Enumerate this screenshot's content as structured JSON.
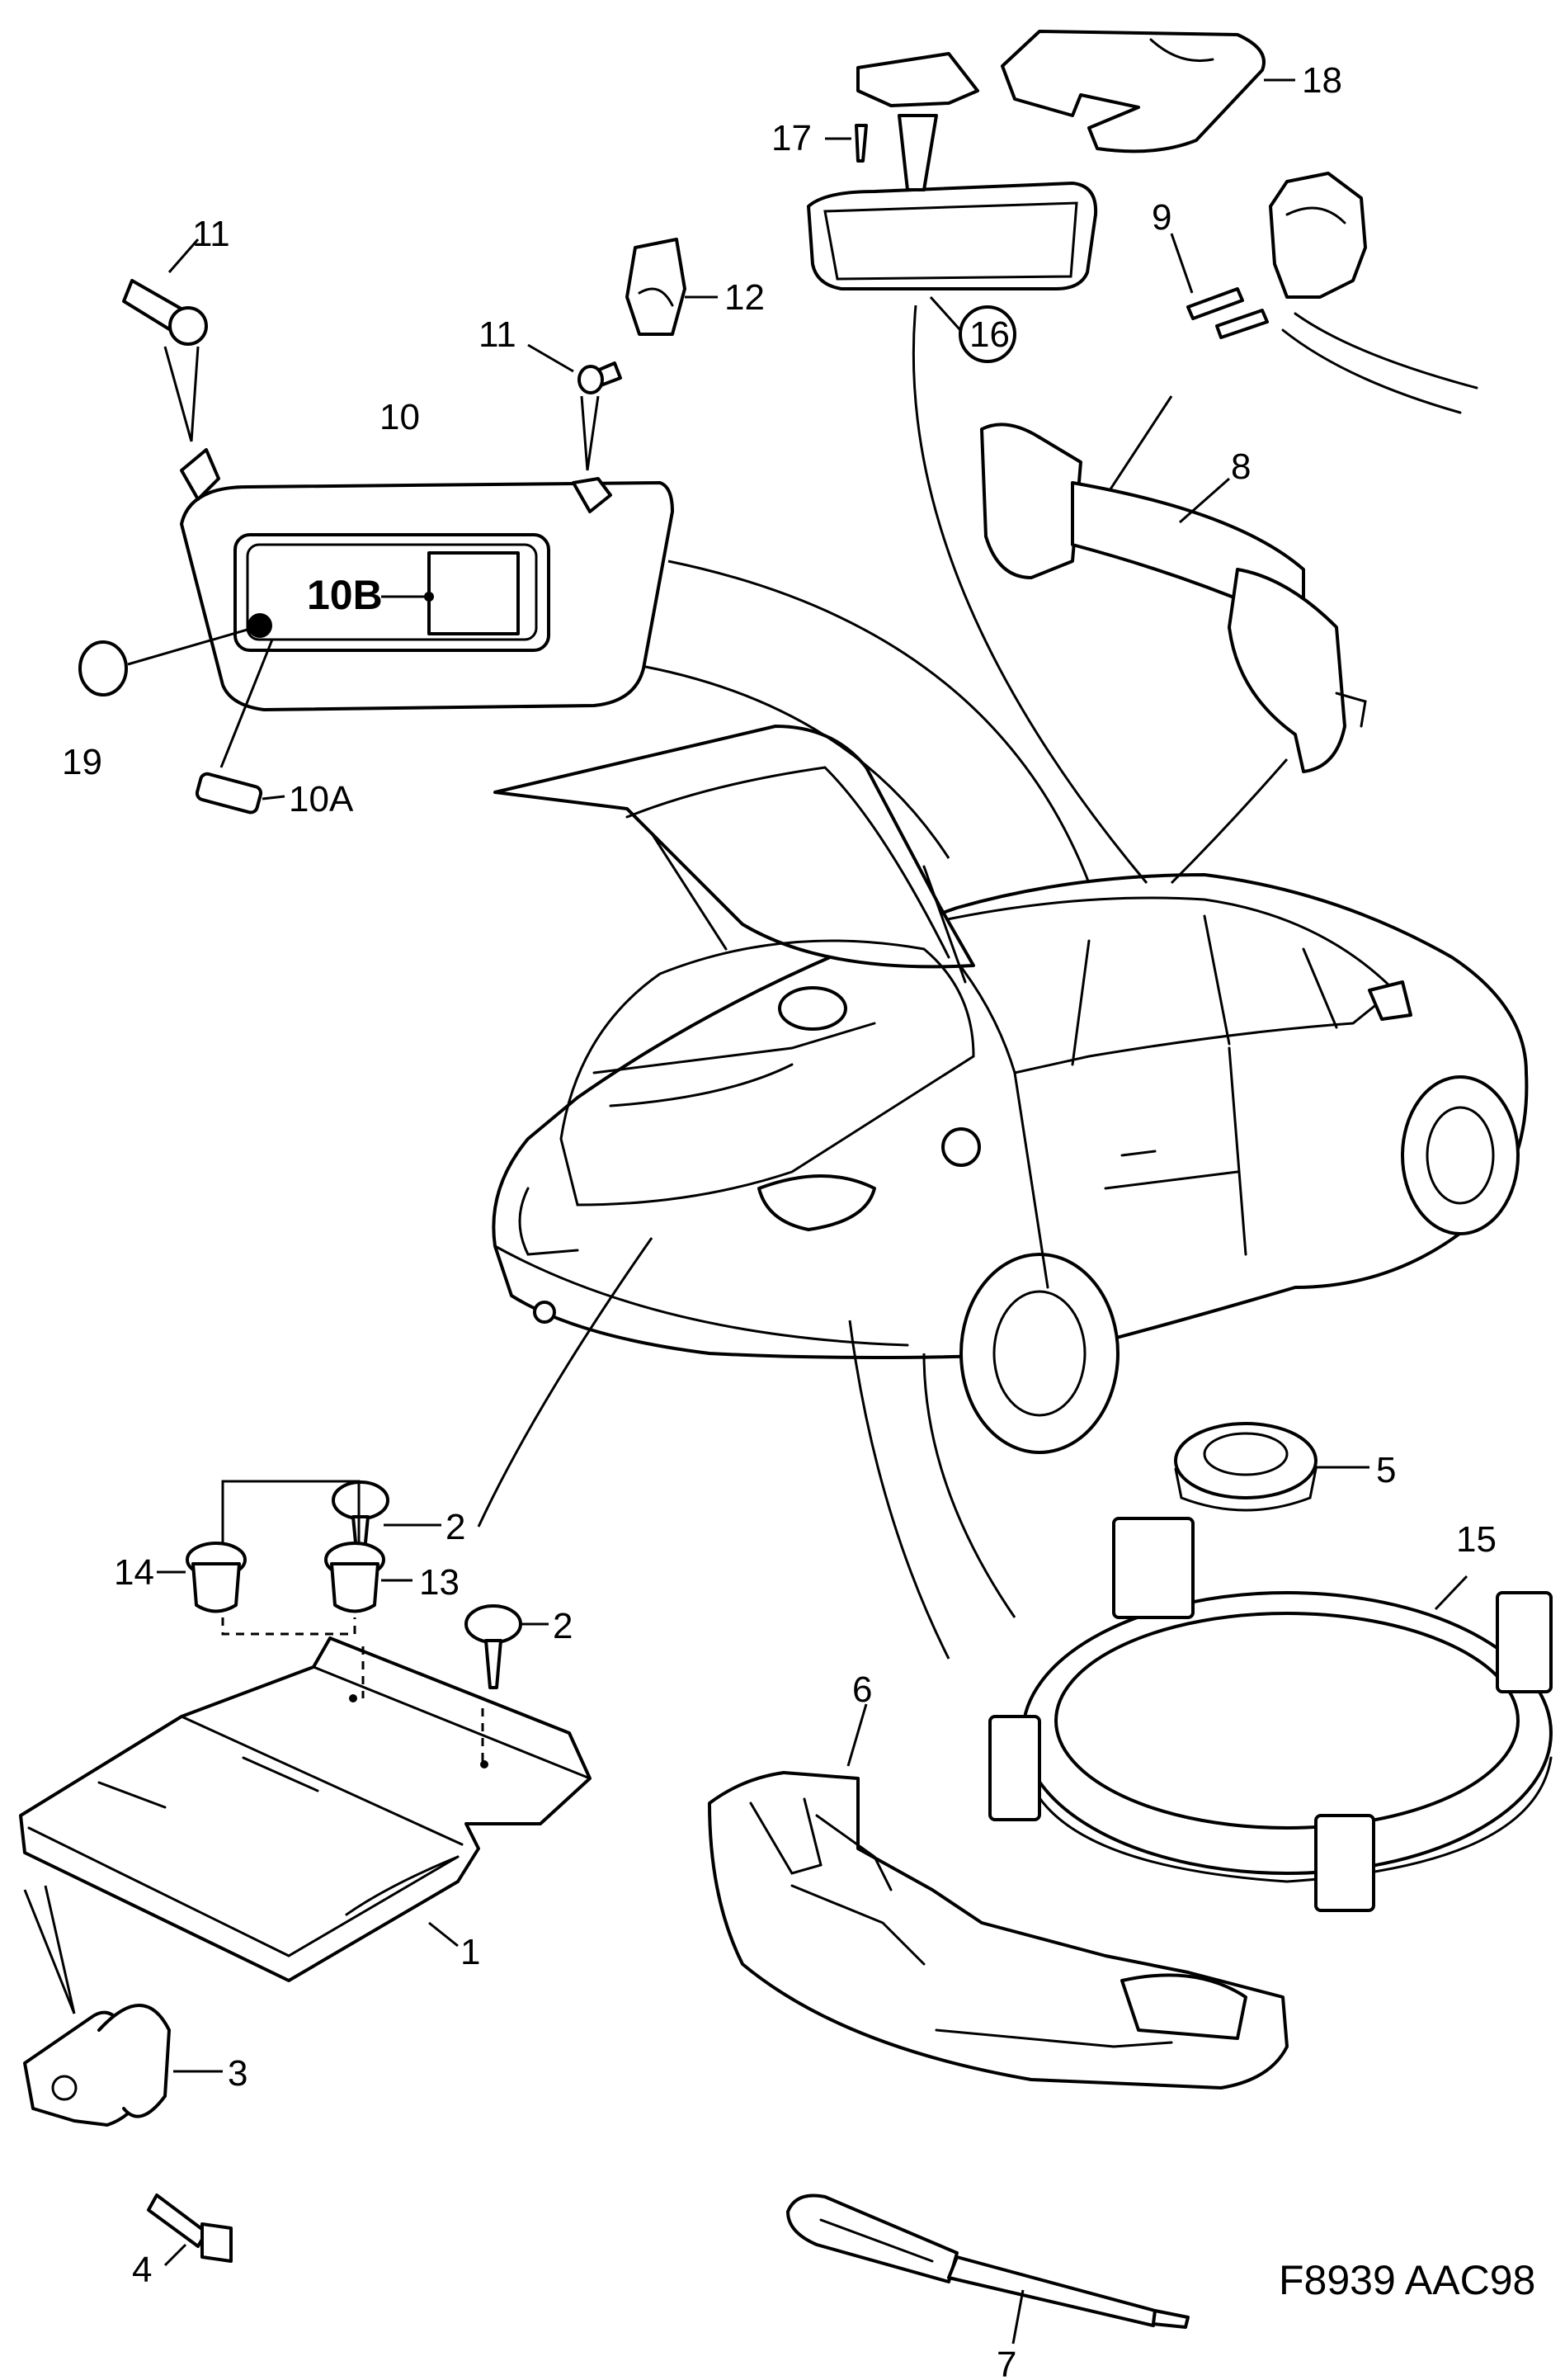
{
  "callouts": {
    "c1": "1",
    "c2a": "2",
    "c2b": "2",
    "c3": "3",
    "c4": "4",
    "c5": "5",
    "c6": "6",
    "c7": "7",
    "c8": "8",
    "c9": "9",
    "c10": "10",
    "c10a": "10A",
    "c10b": "10B",
    "c11a": "11",
    "c11b": "11",
    "c12": "12",
    "c13": "13",
    "c14": "14",
    "c15": "15",
    "c16": "16",
    "c17": "17",
    "c18": "18",
    "c19": "19"
  },
  "reference_code": "F8939 AAC98"
}
